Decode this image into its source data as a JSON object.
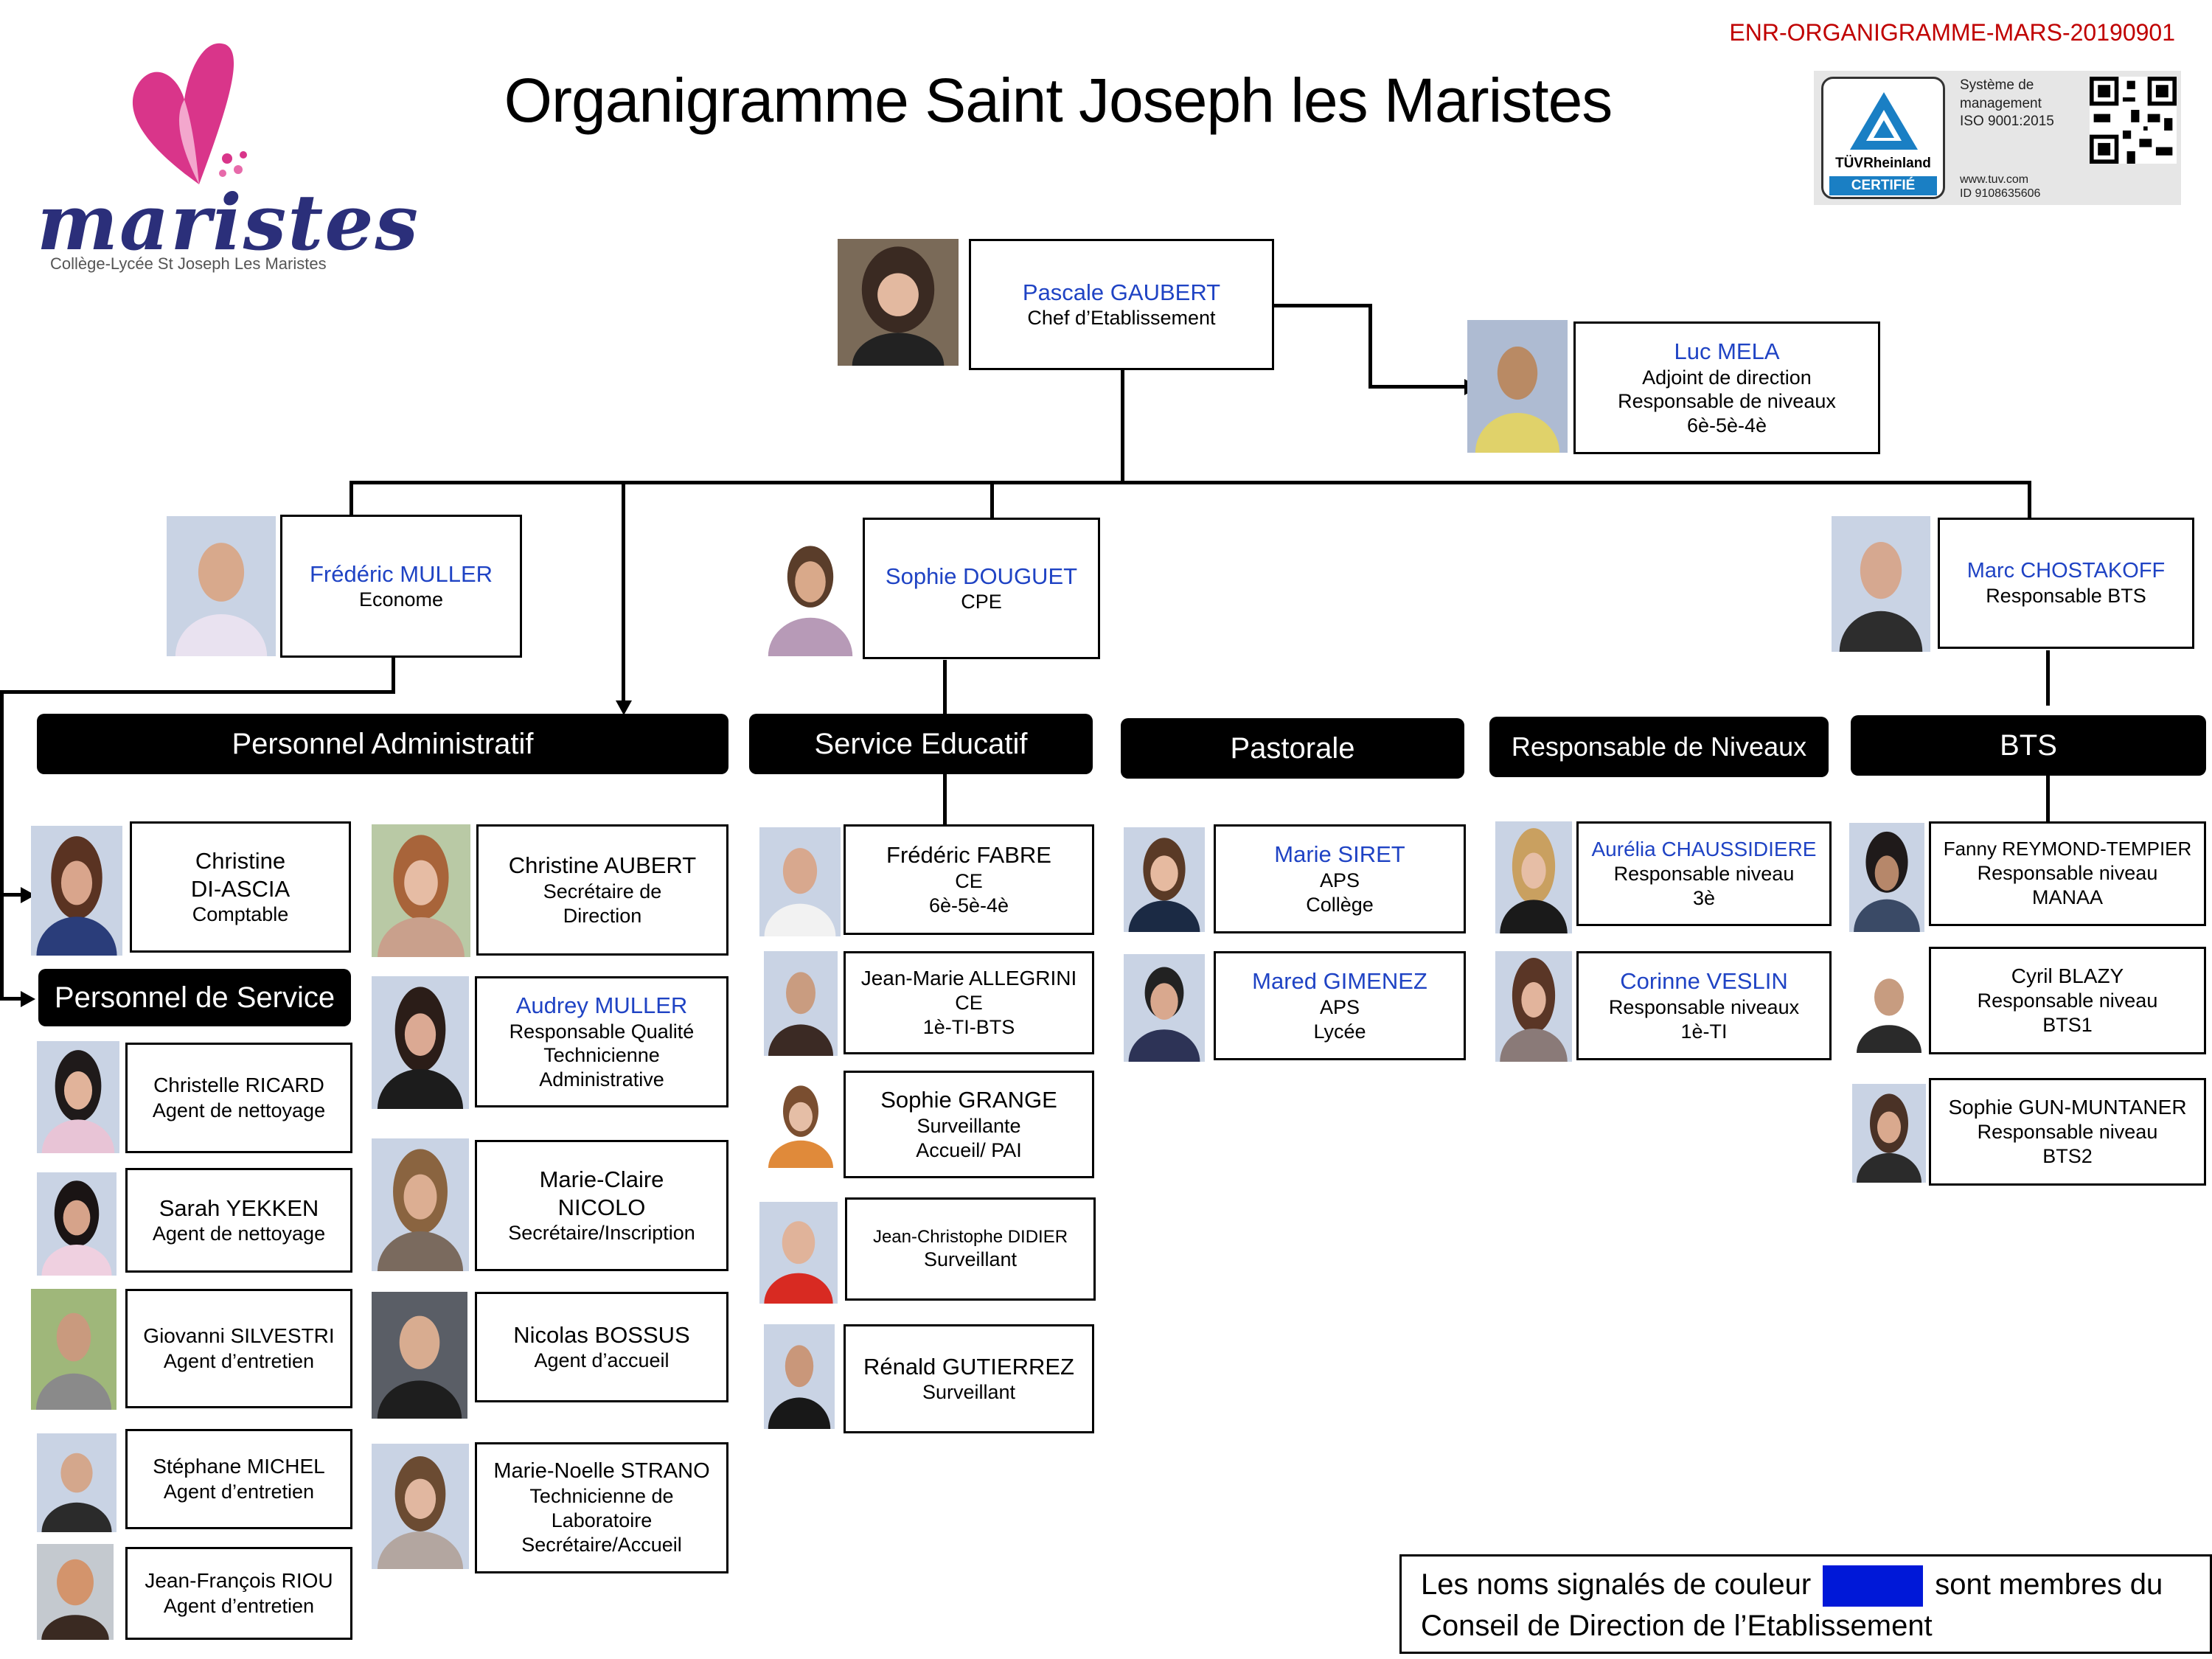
{
  "doc_ref": "ENR-ORGANIGRAMME-MARS-20190901",
  "title": "Organigramme Saint Joseph les Maristes",
  "logo": {
    "wordmark": "maristes",
    "subtitle": "Collège-Lycée St Joseph Les Maristes"
  },
  "certification": {
    "brand": "TÜVRheinland",
    "badge": "CERTIFIÉ",
    "line1": "Système de",
    "line2": "management",
    "line3": "ISO 9001:2015",
    "url": "www.tuv.com",
    "id": "ID 9108635606"
  },
  "colors": {
    "council_blue": "#1f43c4",
    "legend_swatch": "#0018d8",
    "doc_ref_red": "#c00000",
    "banner": "#000000"
  },
  "head": {
    "name": "Pascale GAUBERT",
    "role": "Chef d’Etablissement"
  },
  "deputy": {
    "name": "Luc MELA",
    "role1": "Adjoint de direction",
    "role2": "Responsable de niveaux 6è-5è-4è"
  },
  "managers": {
    "econome": {
      "name": "Frédéric MULLER",
      "role": "Econome"
    },
    "cpe": {
      "name": "Sophie DOUGUET",
      "role": "CPE"
    },
    "bts": {
      "name": "Marc CHOSTAKOFF",
      "role": "Responsable BTS"
    }
  },
  "banners": {
    "admin": "Personnel Administratif",
    "educatif": "Service Educatif",
    "pastorale": "Pastorale",
    "niveaux": "Responsable de Niveaux",
    "bts": "BTS",
    "service": "Personnel de Service"
  },
  "comptable": {
    "first": "Christine",
    "last": "DI-ASCIA",
    "role": "Comptable"
  },
  "service_staff": [
    {
      "first": "Christelle",
      "last": "RICARD",
      "role": "Agent de nettoyage"
    },
    {
      "first": "Sarah",
      "last": "YEKKEN",
      "role": "Agent de nettoyage"
    },
    {
      "first": "Giovanni",
      "last": "SILVESTRI",
      "role": "Agent d’entretien"
    },
    {
      "first": "Stéphane",
      "last": "MICHEL",
      "role": "Agent d’entretien"
    },
    {
      "first": "Jean-François",
      "last": "RIOU",
      "role": "Agent d’entretien"
    }
  ],
  "admin_staff": [
    {
      "name": "Christine AUBERT",
      "role1": "Secrétaire de",
      "role2": "Direction",
      "role3": ""
    },
    {
      "name": "Audrey MULLER",
      "role1": "Responsable Qualité",
      "role2": "Technicienne",
      "role3": "Administrative"
    },
    {
      "name": "Marie-Claire",
      "name2": "NICOLO",
      "role1": "Secrétaire/Inscription"
    },
    {
      "name": "Nicolas BOSSUS",
      "role1": "Agent d’accueil"
    },
    {
      "name": "Marie-Noelle STRANO",
      "role1": "Technicienne de",
      "role2": "Laboratoire",
      "role3": "Secrétaire/Accueil"
    }
  ],
  "educ_staff": [
    {
      "name": "Frédéric FABRE",
      "role1": "CE",
      "role2": "6è-5è-4è"
    },
    {
      "name": "Jean-Marie ALLEGRINI",
      "role1": "CE",
      "role2": "1è-TI-BTS"
    },
    {
      "name": "Sophie GRANGE",
      "role1": "Surveillante",
      "role2": "Accueil/ PAI"
    },
    {
      "name": "Jean-Christophe DIDIER",
      "role1": "Surveillant"
    },
    {
      "name": "Rénald GUTIERREZ",
      "role1": "Surveillant"
    }
  ],
  "pastorale_staff": [
    {
      "name": "Marie SIRET",
      "role1": "APS",
      "role2": "Collège"
    },
    {
      "name": "Mared GIMENEZ",
      "role1": "APS",
      "role2": "Lycée"
    }
  ],
  "niveaux_staff": [
    {
      "name": "Aurélia CHAUSSIDIERE",
      "role1": "Responsable niveau",
      "role2": "3è"
    },
    {
      "name": "Corinne VESLIN",
      "role1": "Responsable niveaux",
      "role2": "1è-TI"
    }
  ],
  "bts_staff": [
    {
      "name": "Fanny REYMOND-TEMPIER",
      "role1": "Responsable niveau",
      "role2": "MANAA"
    },
    {
      "name": "Cyril BLAZY",
      "role1": "Responsable niveau",
      "role2": "BTS1"
    },
    {
      "name": "Sophie GUN-MUNTANER",
      "role1": "Responsable niveau",
      "role2": "BTS2"
    }
  ],
  "legend": {
    "before": "Les noms signalés de couleur",
    "after": "sont membres du",
    "line2": "Conseil de Direction de l’Etablissement"
  }
}
